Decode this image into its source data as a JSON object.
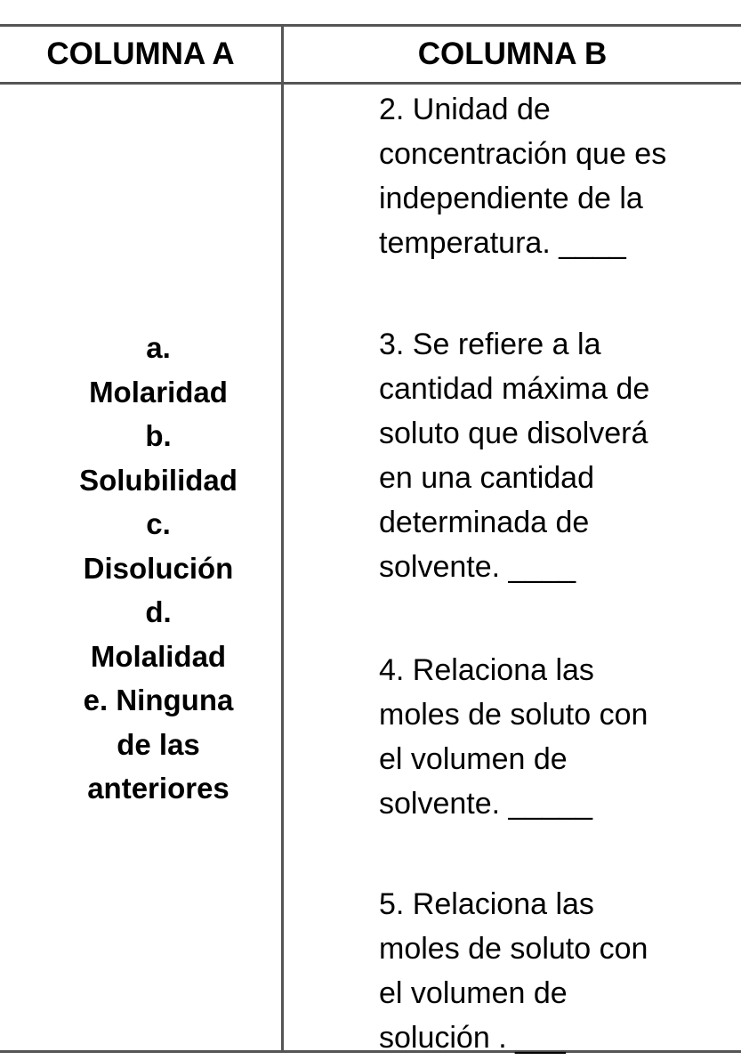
{
  "table": {
    "header_a": "COLUMNA A",
    "header_b": "COLUMNA B",
    "options_lines": [
      "a.",
      "Molaridad",
      "b.",
      "Solubilidad",
      "c.",
      "Disolución",
      "d.",
      "Molalidad",
      "e. Ninguna",
      "de las",
      "anteriores"
    ],
    "questions": [
      "2. Unidad de\nconcentración que es\nindependiente de la\ntemperatura. ____",
      "3. Se refiere a la\ncantidad máxima de\nsoluto que disolverá\nen una cantidad\ndeterminada de\nsolvente. ____",
      "4. Relaciona las\nmoles de soluto con\nel volumen de\nsolvente. _____",
      "5. Relaciona las\nmoles de soluto con\nel volumen de\nsolución . ___"
    ]
  }
}
